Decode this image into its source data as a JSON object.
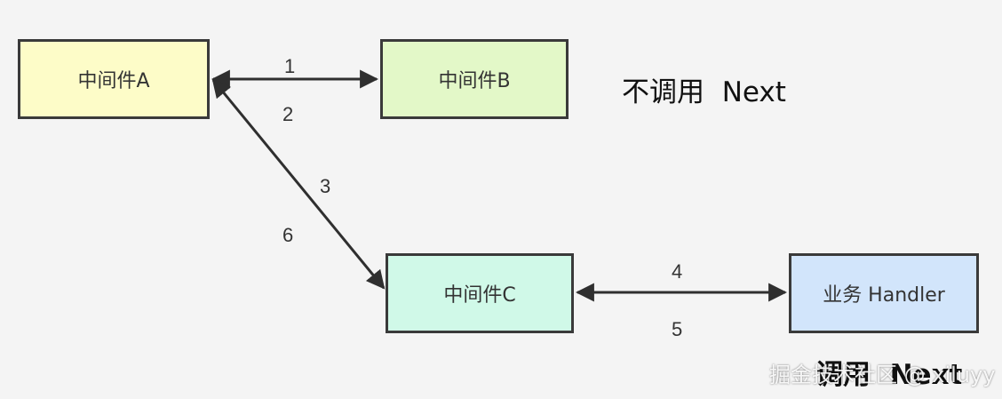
{
  "nodes": {
    "a": {
      "label": "中间件A",
      "fill": "#fdfcc8"
    },
    "b": {
      "label": "中间件B",
      "fill": "#e3f8c8"
    },
    "c": {
      "label": "中间件C",
      "fill": "#d0f9e8"
    },
    "handler": {
      "label": "业务 Handler",
      "fill": "#d2e5fb"
    }
  },
  "edges": {
    "ab_top": "1",
    "ab_bottom": "2",
    "ac_right": "3",
    "ac_left": "6",
    "ch_top": "4",
    "ch_bottom": "5"
  },
  "captions": {
    "no_next": "不调用  Next",
    "call_next": "调用  Next"
  },
  "watermark": "掘金技术社区 @ xiluyy",
  "colors": {
    "background": "#f4f4f4",
    "border": "#3a3a3a",
    "arrow": "#2f2f2f"
  }
}
